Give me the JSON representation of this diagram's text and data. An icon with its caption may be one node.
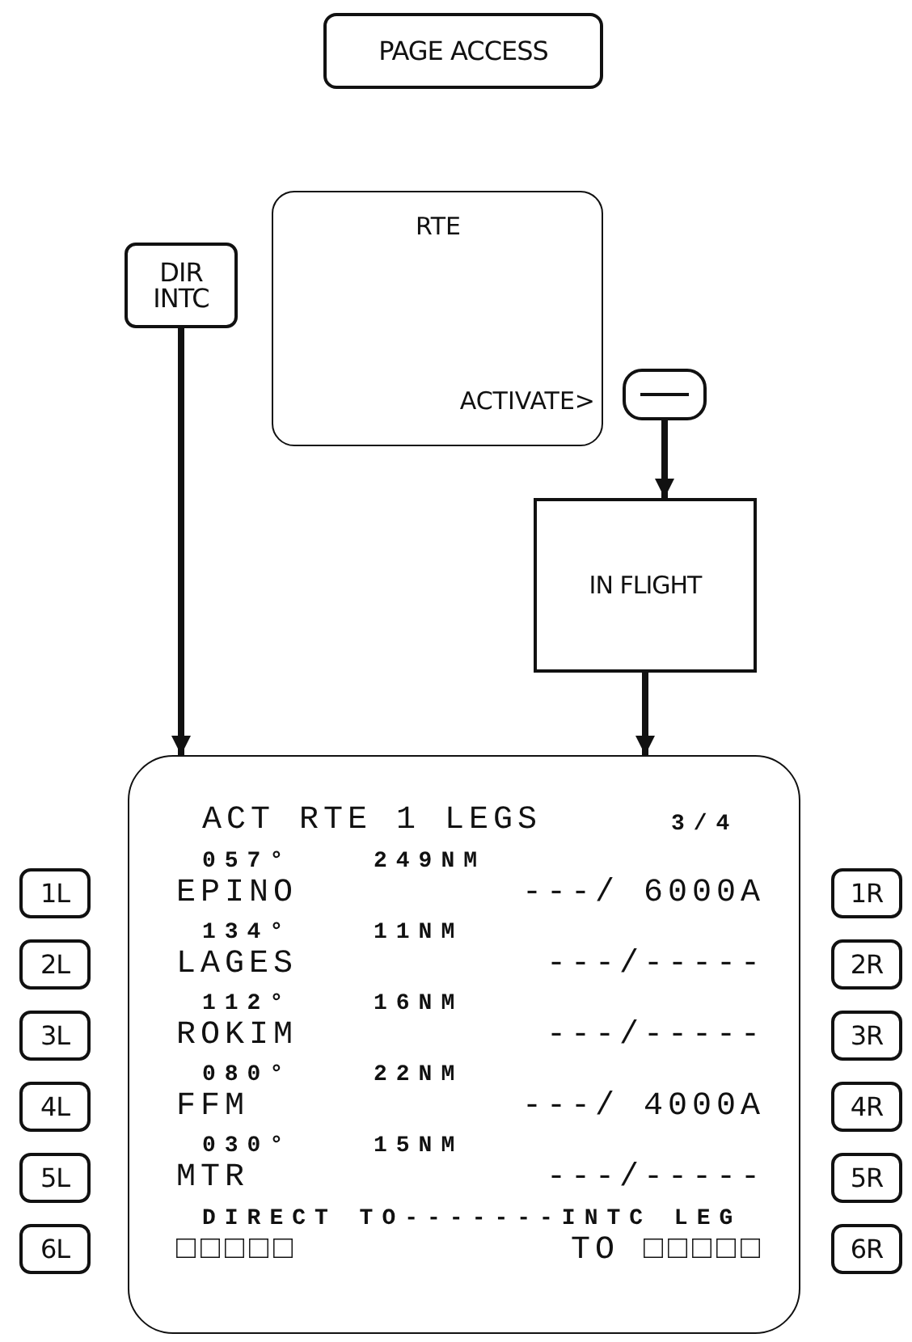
{
  "diagram": {
    "nodes": [
      {
        "text": [
          "PAGE ACCESS"
        ]
      },
      {
        "text": [
          "DIR INTC"
        ]
      },
      {
        "text": [
          "RTE",
          "ACTIVATE>"
        ]
      },
      {
        "text": [],
        "shape": "box"
      },
      {
        "text": [
          "IN FLIGHT"
        ]
      },
      {
        "text": [
          "ACT RTE 1 LEGS",
          "3/4",
          "057°",
          "249NM",
          "EPINO",
          "---/ 6000A",
          "134°",
          "11NM",
          "LAGES",
          "---/-----",
          "112°",
          "16NM",
          "ROKIM",
          "---/-----",
          "080°",
          "22NM",
          "FFM",
          "---/ 4000A",
          "030°",
          "15NM",
          "MTR",
          "---/-----",
          "DIRECT TO-------INTC LEG",
          "□□□□□",
          "TO □□□□□"
        ]
      },
      {
        "text": [
          "1L"
        ]
      },
      {
        "text": [
          "1R"
        ]
      },
      {
        "text": [
          "2L"
        ]
      },
      {
        "text": [
          "2R"
        ]
      },
      {
        "text": [
          "3L"
        ]
      },
      {
        "text": [
          "3R"
        ]
      },
      {
        "text": [
          "4L"
        ]
      },
      {
        "text": [
          "4R"
        ]
      },
      {
        "text": [
          "5L"
        ]
      },
      {
        "text": [
          "5R"
        ]
      },
      {
        "text": [
          "6L"
        ]
      },
      {
        "text": [
          "6R"
        ]
      }
    ],
    "edges": [
      {
        "from": 1,
        "to": 5,
        "arrow": "to"
      },
      {
        "from": 3,
        "to": 4,
        "arrow": "to"
      },
      {
        "from": 4,
        "to": 5,
        "arrow": "to"
      }
    ]
  }
}
